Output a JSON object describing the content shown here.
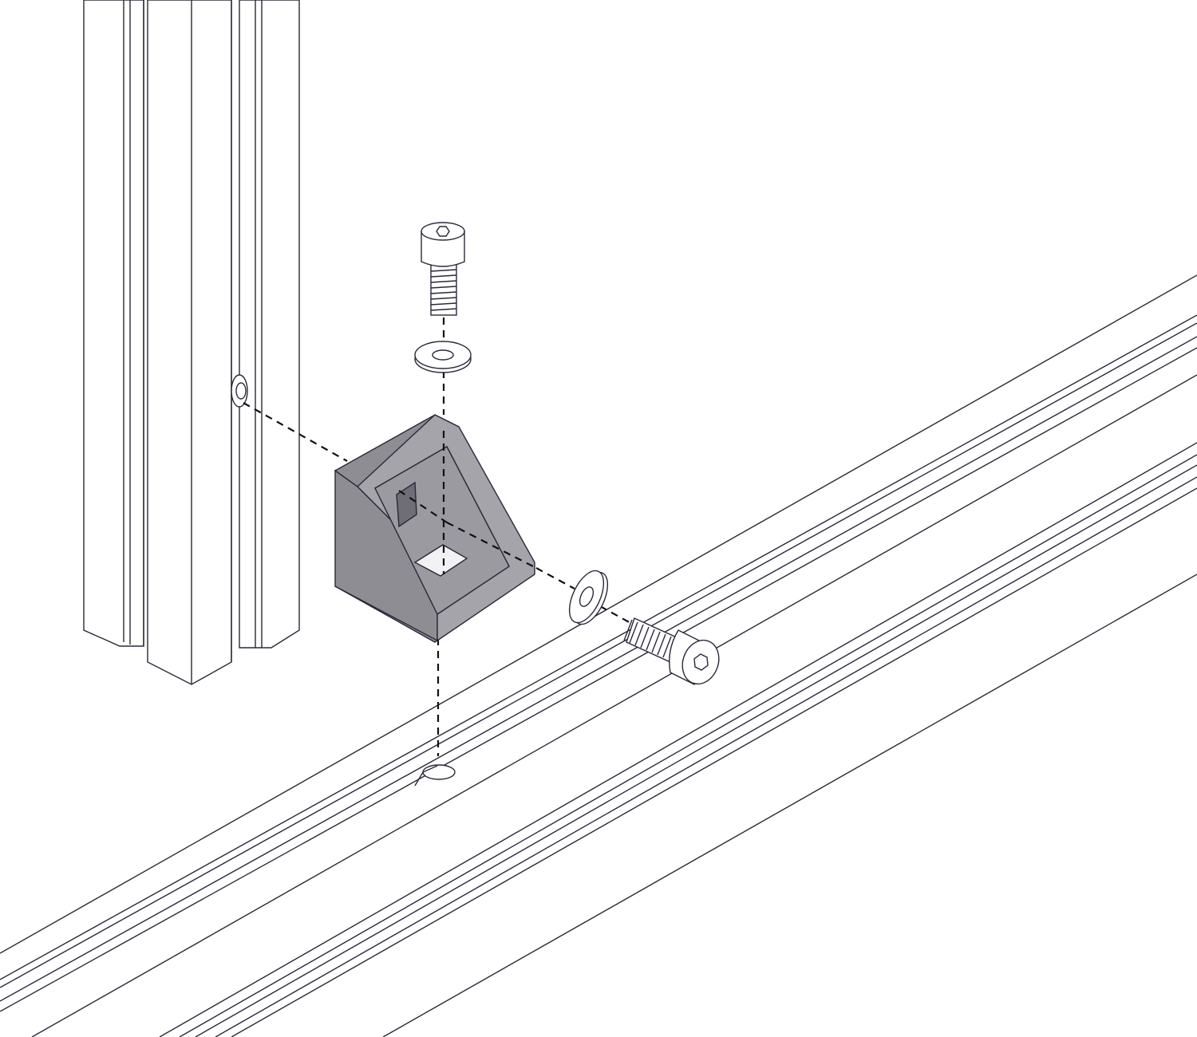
{
  "diagram": {
    "type": "exploded-assembly",
    "parts": [
      "vertical-extrusion",
      "horizontal-extrusion",
      "corner-bracket",
      "top-socket-cap-screw",
      "top-washer",
      "side-washer",
      "side-socket-cap-screw",
      "t-nut-vertical",
      "t-nut-horizontal"
    ]
  },
  "colors": {
    "line": "#2a2838",
    "bracket_fill": "#8e8d94",
    "bracket_face": "#a5a4ab",
    "bracket_dark": "#6f6e76",
    "part_fill": "#ffffff",
    "background": "#ffffff"
  }
}
